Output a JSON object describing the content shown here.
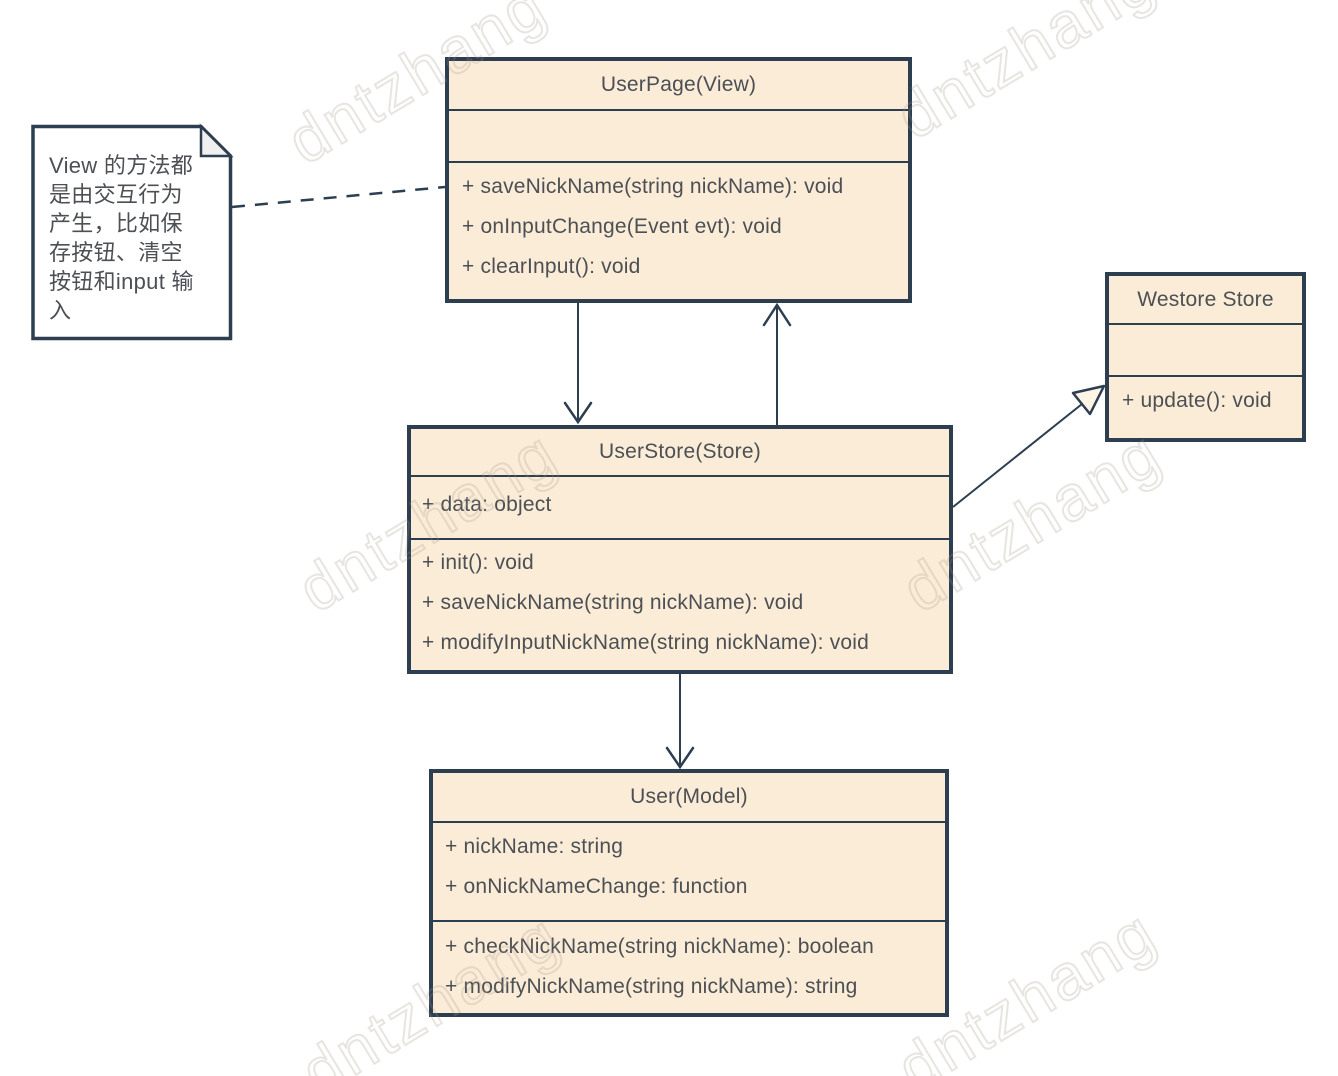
{
  "watermark": {
    "text": "dntzhang"
  },
  "note": {
    "text": "View 的方法都\n是由交互行为\n产生，比如保\n存按钮、清空\n按钮和input 输\n入"
  },
  "classes": {
    "user_page": {
      "title": "UserPage(View)",
      "attributes": [],
      "methods": [
        "+ saveNickName(string nickName): void",
        "+ onInputChange(Event evt): void",
        "+ clearInput(): void"
      ]
    },
    "user_store": {
      "title": "UserStore(Store)",
      "attributes": [
        "+ data: object"
      ],
      "methods": [
        "+ init(): void",
        "+ saveNickName(string nickName): void",
        "+ modifyInputNickName(string nickName): void"
      ]
    },
    "westore_store": {
      "title": "Westore Store",
      "attributes": [],
      "methods": [
        "+ update(): void"
      ]
    },
    "user_model": {
      "title": "User(Model)",
      "attributes": [
        "+ nickName: string",
        "+ onNickNameChange: function"
      ],
      "methods": [
        "+ checkNickName(string nickName): boolean",
        "+ modifyNickName(string nickName): string"
      ]
    }
  },
  "relations": [
    {
      "from": "UserPage(View)",
      "to": "UserStore(Store)",
      "type": "directed association (open arrow down)"
    },
    {
      "from": "UserStore(Store)",
      "to": "UserPage(View)",
      "type": "directed association (open arrow up)"
    },
    {
      "from": "UserStore(Store)",
      "to": "User(Model)",
      "type": "directed association (open arrow down)"
    },
    {
      "from": "UserStore(Store)",
      "to": "Westore Store",
      "type": "generalization (hollow triangle arrow)"
    },
    {
      "from": "note",
      "to": "UserPage(View)",
      "type": "dashed note attachment"
    }
  ],
  "colors": {
    "box_fill": "#fbecd8",
    "box_border": "#2d3e50",
    "diagram_text": "#4c5054",
    "note_fill": "#ffffff",
    "connector": "#2d3e50"
  }
}
